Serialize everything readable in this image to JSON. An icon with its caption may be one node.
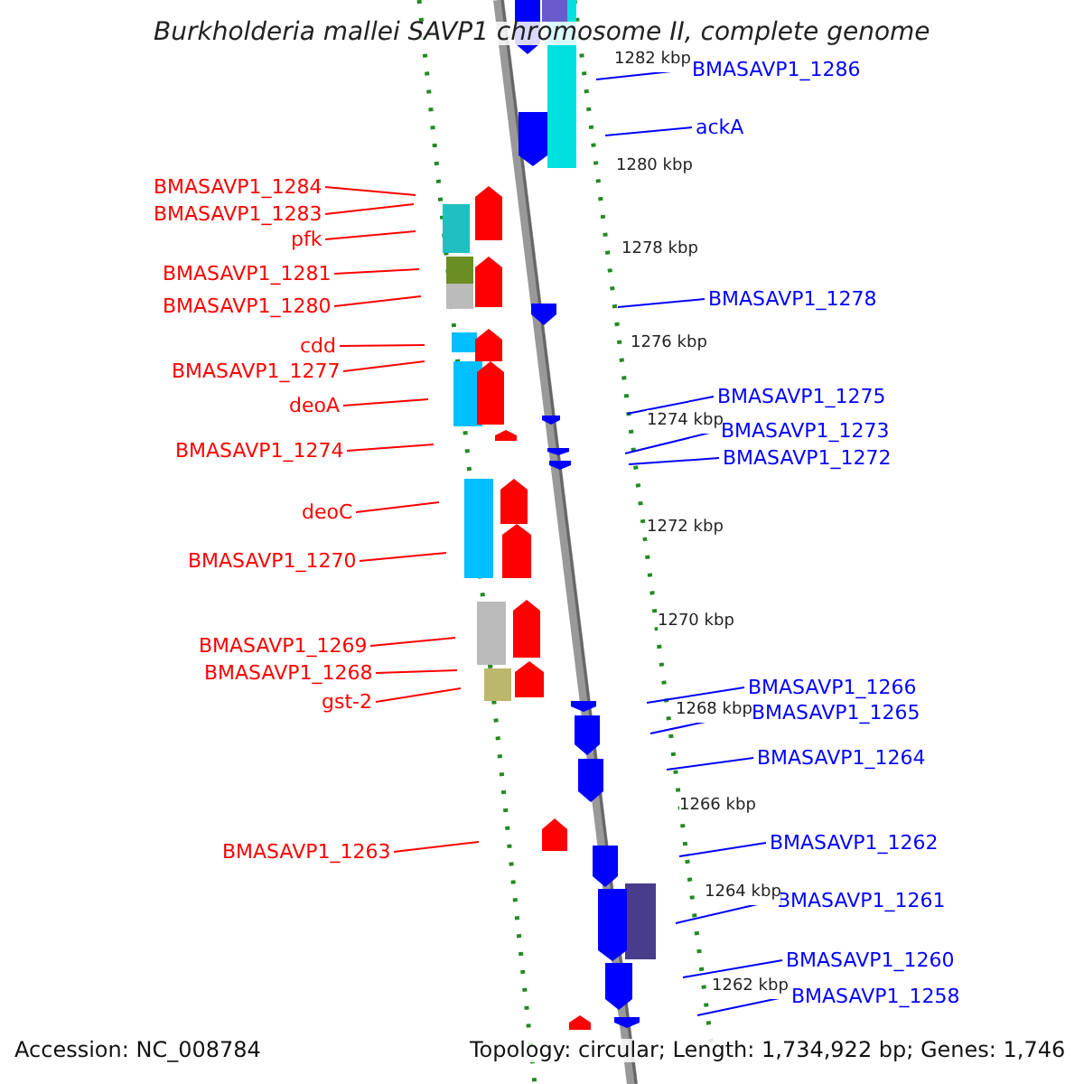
{
  "diagram": {
    "title": "Burkholderia mallei SAVP1 chromosome II, complete genome",
    "nodes": [
      {
        "text": [
          "BMASAVP1_1284"
        ]
      },
      {
        "text": [
          "BMASAVP1_1283"
        ]
      },
      {
        "text": [
          "pfk"
        ]
      },
      {
        "text": [
          "BMASAVP1_1281"
        ]
      },
      {
        "text": [
          "BMASAVP1_1280"
        ]
      },
      {
        "text": [
          "cdd"
        ]
      },
      {
        "text": [
          "BMASAVP1_1277"
        ]
      },
      {
        "text": [
          "deoA"
        ]
      },
      {
        "text": [
          "BMASAVP1_1274"
        ]
      },
      {
        "text": [
          "deoC"
        ]
      },
      {
        "text": [
          "BMASAVP1_1270"
        ]
      },
      {
        "text": [
          "BMASAVP1_1269"
        ]
      },
      {
        "text": [
          "BMASAVP1_1268"
        ]
      },
      {
        "text": [
          "gst-2"
        ]
      },
      {
        "text": [
          "BMASAVP1_1263"
        ]
      },
      {
        "text": [
          "BMASAVP1_1286"
        ]
      },
      {
        "text": [
          "ackA"
        ]
      },
      {
        "text": [
          "BMASAVP1_1278"
        ]
      },
      {
        "text": [
          "BMASAVP1_1275"
        ]
      },
      {
        "text": [
          "BMASAVP1_1273"
        ]
      },
      {
        "text": [
          "BMASAVP1_1272"
        ]
      },
      {
        "text": [
          "BMASAVP1_1266"
        ]
      },
      {
        "text": [
          "BMASAVP1_1265"
        ]
      },
      {
        "text": [
          "BMASAVP1_1264"
        ]
      },
      {
        "text": [
          "BMASAVP1_1262"
        ]
      },
      {
        "text": [
          "BMASAVP1_1261"
        ]
      },
      {
        "text": [
          "BMASAVP1_1260"
        ]
      },
      {
        "text": [
          "BMASAVP1_1258"
        ]
      }
    ],
    "edges": [
      {
        "from": 0,
        "to": null,
        "arrow": "none"
      },
      {
        "from": 1,
        "to": null,
        "arrow": "none"
      },
      {
        "from": 2,
        "to": null,
        "arrow": "none"
      },
      {
        "from": 3,
        "to": null,
        "arrow": "none"
      },
      {
        "from": 4,
        "to": null,
        "arrow": "none"
      },
      {
        "from": 5,
        "to": null,
        "arrow": "none"
      },
      {
        "from": 6,
        "to": null,
        "arrow": "none"
      },
      {
        "from": 7,
        "to": null,
        "arrow": "none"
      },
      {
        "from": 8,
        "to": null,
        "arrow": "none"
      },
      {
        "from": 9,
        "to": null,
        "arrow": "none"
      },
      {
        "from": 10,
        "to": null,
        "arrow": "none"
      },
      {
        "from": 11,
        "to": null,
        "arrow": "none"
      },
      {
        "from": 12,
        "to": null,
        "arrow": "none"
      },
      {
        "from": 13,
        "to": null,
        "arrow": "none"
      },
      {
        "from": 14,
        "to": null,
        "arrow": "none"
      },
      {
        "from": 15,
        "to": null,
        "arrow": "none",
        "color": "#0000ff"
      },
      {
        "from": 16,
        "to": null,
        "arrow": "none",
        "color": "#0000ff"
      },
      {
        "from": 17,
        "to": null,
        "arrow": "none",
        "color": "#0000ff"
      },
      {
        "from": 18,
        "to": null,
        "arrow": "none",
        "color": "#0000ff"
      },
      {
        "from": 19,
        "to": null,
        "arrow": "none",
        "color": "#0000ff"
      },
      {
        "from": 20,
        "to": null,
        "arrow": "none",
        "color": "#0000ff"
      },
      {
        "from": 21,
        "to": null,
        "arrow": "none",
        "color": "#0000ff"
      },
      {
        "from": 22,
        "to": null,
        "arrow": "none",
        "color": "#0000ff"
      },
      {
        "from": 23,
        "to": null,
        "arrow": "none",
        "color": "#0000ff"
      },
      {
        "from": 24,
        "to": null,
        "arrow": "none",
        "color": "#0000ff"
      },
      {
        "from": 25,
        "to": null,
        "arrow": "none",
        "color": "#0000ff"
      },
      {
        "from": 26,
        "to": null,
        "arrow": "none",
        "color": "#0000ff"
      },
      {
        "from": 27,
        "to": null,
        "arrow": "none",
        "color": "#0000ff"
      }
    ],
    "labels": [
      "1282 kbp",
      "1280 kbp",
      "1278 kbp",
      "1276 kbp",
      "1274 kbp",
      "1272 kbp",
      "1270 kbp",
      "1268 kbp",
      "1266 kbp",
      "1264 kbp",
      "1262 kbp",
      "Accession: NC_008784",
      "Topology: circular; Length: 1,734,922 bp; Genes: 1,746"
    ]
  }
}
